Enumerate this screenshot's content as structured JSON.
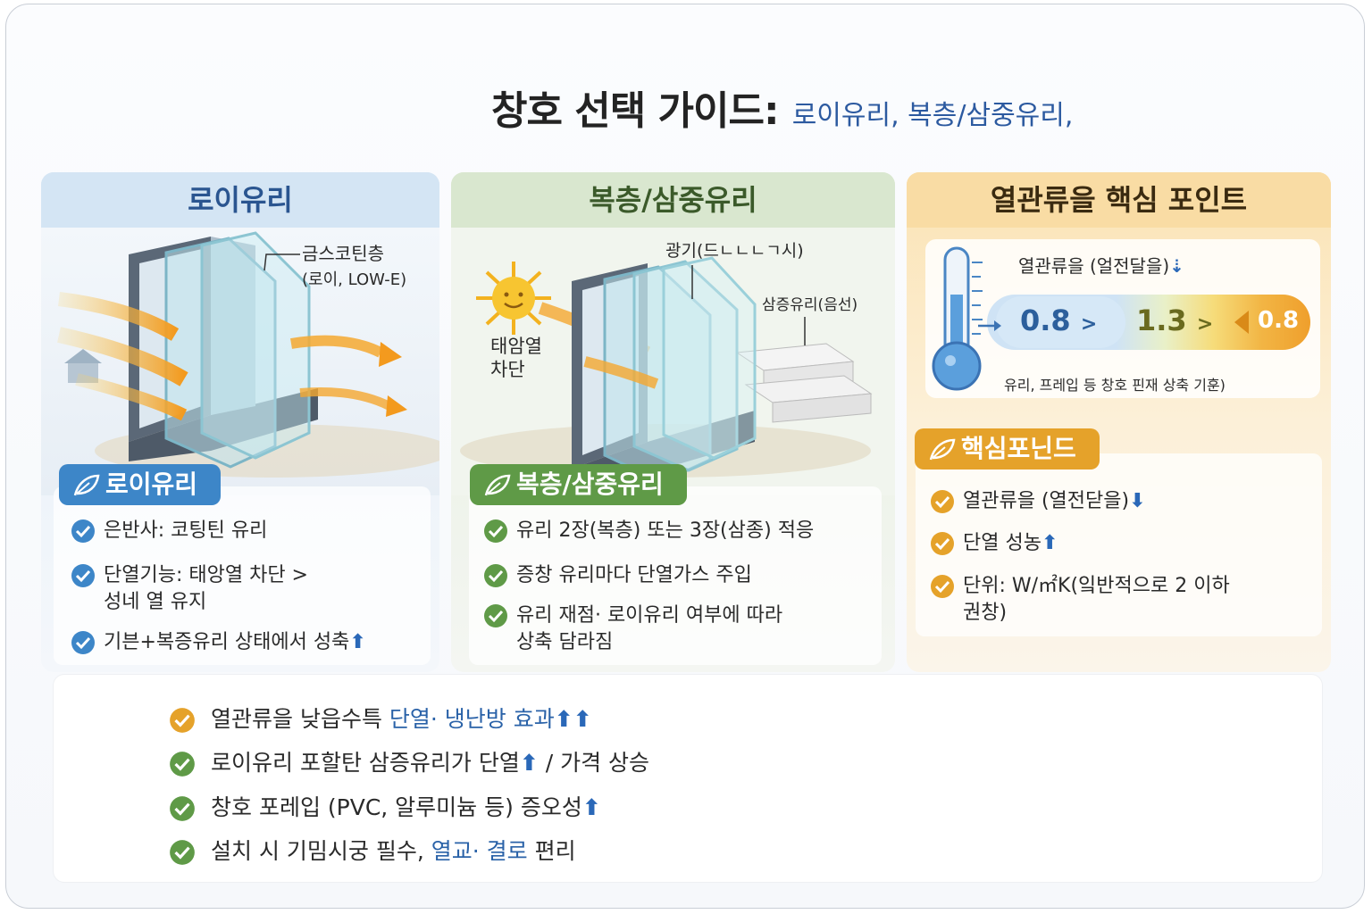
{
  "title": {
    "main": "창호 선택 가이드:",
    "sub": "로이유리, 복층/삼중유리,"
  },
  "colors": {
    "blue": "#3d86c8",
    "green": "#5f9a47",
    "orange": "#e5a22a",
    "title_blue": "#2c5aa0"
  },
  "low_e": {
    "header": "로이유리",
    "callout_title": "금스코틴층",
    "callout_sub": "(로이, LOW-E)",
    "pill": "로이유리",
    "items": [
      {
        "text": "은반사: 코팅틴 유리"
      },
      {
        "line1": "단열기능: 태앙열 차단 >",
        "line2": "성네 열 유지"
      },
      {
        "text": "기븐+복증유리 상태에서 성축",
        "arrow": "⬆"
      }
    ]
  },
  "multi": {
    "header": "복층/삼중유리",
    "callout_top": "광기(드ㄴㄴㄴㄱ시)",
    "callout_right": "삼증유리(음선)",
    "callout_left_1": "태암열",
    "callout_left_2": "차단",
    "pill": "복층/삼중유리",
    "items": [
      {
        "text": "유리 2장(복층) 또는 3장(삼종) 적응"
      },
      {
        "text": "증창 유리마다 단열가스 주입"
      },
      {
        "line1": "유리 재점· 로이유리 여부에 따라",
        "line2": "상축 담라짐"
      }
    ]
  },
  "u_value": {
    "header": "열관류을 핵심 포인트",
    "gauge_label": "열관류을 (얼전달을)",
    "gauge_arrow": "⇣",
    "values": [
      "0.8",
      "1.3",
      "0.8"
    ],
    "marker": ">",
    "note": "유리, 프레입 등 창호 핀재 상축 기훈)",
    "pill": "핵심포닌드",
    "items": [
      {
        "text": "열관류을 (열전닫을)",
        "arrow": "⬇"
      },
      {
        "text": "단열 성농",
        "arrow": "⬆"
      },
      {
        "line1": "단위: W/㎡K(잌반적으로 2 이하",
        "line2": "권창)"
      }
    ]
  },
  "summary": [
    {
      "before": "열관류을 낮읍수특 ",
      "highlight": "단열· 냉난방 효과",
      "after": "",
      "arrow": "⬆⬆"
    },
    {
      "before": "로이유리 포할탄 삼증유리가 단열",
      "highlight": "",
      "after": " / 가격 상승",
      "arrow": "⬆"
    },
    {
      "before": "창호 포레입 (PVC, 알루미늄 등) 증오성",
      "highlight": "",
      "after": "",
      "arrow": "⬆"
    },
    {
      "before": "설치 시 기밈시궁 필수, ",
      "highlight": "열교· 결로",
      "after": " 편리",
      "arrow": ""
    }
  ]
}
